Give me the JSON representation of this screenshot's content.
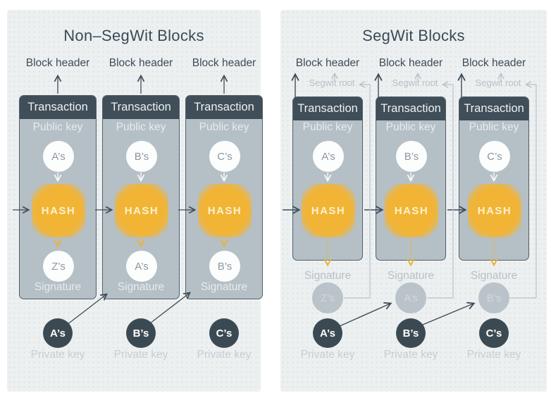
{
  "colors": {
    "page_bg": "#ffffff",
    "panel_bg": "#edf0f1",
    "box_header_bg": "#3f4e58",
    "box_body_bg": "#b5bfc6",
    "hash_circle": "#f2b434",
    "hash_text": "#fbf2cf",
    "dark_circle_bg": "#3b4a52",
    "white_circle_bg": "#fcfdfd",
    "gray_circle_bg": "#b9c3c9",
    "title_color": "#3a4a56",
    "dark_label": "#3e4c58",
    "light_label": "#b7c0c7",
    "arrow_dark": "#3f4d59",
    "arrow_yellow": "#e9b53a",
    "arrow_light": "#c2cbd1",
    "arrow_white": "#fafbfb"
  },
  "panels": [
    {
      "title": "Non–SegWit Blocks",
      "columns": [
        {
          "block_header": "Block header",
          "transaction": "Transaction",
          "public_key_label": "Public key",
          "public_key_owner": "A’s",
          "hash": "HASH",
          "signature_owner": "Z’s",
          "signature_label": "Signature",
          "private_key_owner": "A’s",
          "private_key_label": "Private key"
        },
        {
          "block_header": "Block header",
          "transaction": "Transaction",
          "public_key_label": "Public key",
          "public_key_owner": "B’s",
          "hash": "HASH",
          "signature_owner": "A’s",
          "signature_label": "Signature",
          "private_key_owner": "B’s",
          "private_key_label": "Private key"
        },
        {
          "block_header": "Block header",
          "transaction": "Transaction",
          "public_key_label": "Public key",
          "public_key_owner": "C’s",
          "hash": "HASH",
          "signature_owner": "B’s",
          "signature_label": "Signature",
          "private_key_owner": "C’s",
          "private_key_label": "Private key"
        }
      ]
    },
    {
      "title": "SegWit Blocks",
      "columns": [
        {
          "block_header": "Block header",
          "segwit_root": "Segwit root",
          "transaction": "Transaction",
          "public_key_label": "Public key",
          "public_key_owner": "A’s",
          "hash": "HASH",
          "signature_label": "Signature",
          "signature_owner": "Z’s",
          "private_key_owner": "A’s",
          "private_key_label": "Private key"
        },
        {
          "block_header": "Block header",
          "segwit_root": "Segwit root",
          "transaction": "Transaction",
          "public_key_label": "Public key",
          "public_key_owner": "B’s",
          "hash": "HASH",
          "signature_label": "Signature",
          "signature_owner": "A’s",
          "private_key_owner": "B’s",
          "private_key_label": "Private key"
        },
        {
          "block_header": "Block header",
          "segwit_root": "Segwit root",
          "transaction": "Transaction",
          "public_key_label": "Public key",
          "public_key_owner": "C’s",
          "hash": "HASH",
          "signature_label": "Signature",
          "signature_owner": "B’s",
          "private_key_owner": "C’s",
          "private_key_label": "Private key"
        }
      ]
    }
  ]
}
